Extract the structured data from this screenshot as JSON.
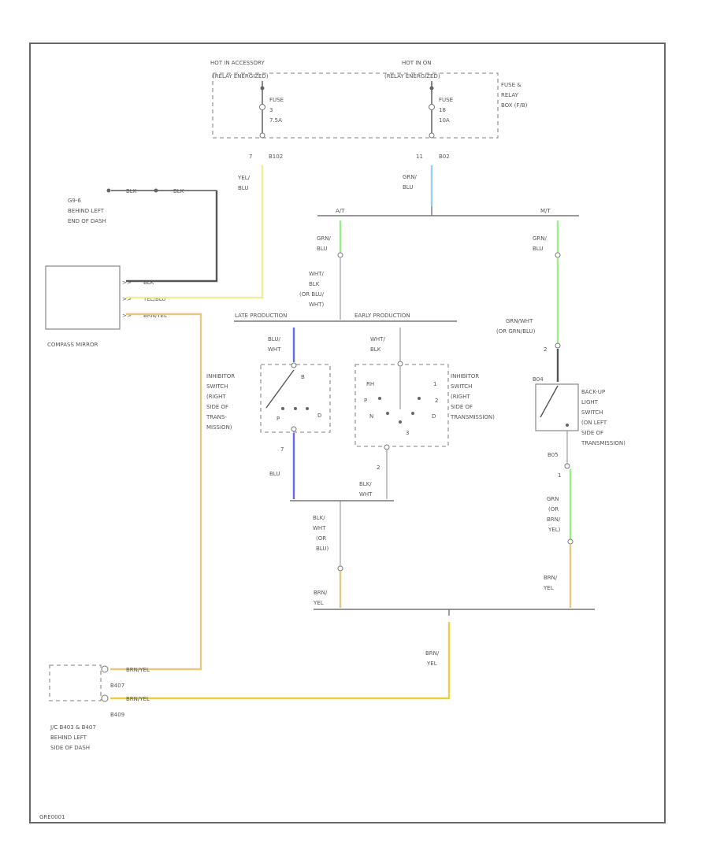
{
  "colors": {
    "yel_blu": "#eeee99",
    "grn_blu": "#99ccee",
    "grn": "#99ee88",
    "blu": "#6666ee",
    "brn_yel": "#e8c880",
    "yel": "#e8d040",
    "blk": "#555555"
  },
  "fuse_box": {
    "hot_acc_label_1": "HOT IN ACCESSORY",
    "hot_acc_label_2": "(RELAY ENERGIZED)",
    "hot_on_label_1": "HOT IN ON",
    "hot_on_label_2": "(RELAY ENERGIZED)",
    "fuse_a_1": "FUSE",
    "fuse_a_2": "3",
    "fuse_a_3": "7.5A",
    "fuse_b_1": "FUSE",
    "fuse_b_2": "18",
    "fuse_b_3": "10A",
    "box_1": "FUSE &",
    "box_2": "RELAY",
    "box_3": "BOX (F/B)",
    "pin_a": "7",
    "conn_a": "B102",
    "pin_b": "11",
    "conn_b": "B02"
  },
  "wires": {
    "yel_blu_1": "YEL/",
    "yel_blu_2": "BLU",
    "grn_blu_1": "GRN/",
    "grn_blu_2": "BLU",
    "mt_grn_1": "GRN/",
    "mt_grn_2": "BLU",
    "at_grn_1": "GRN/",
    "at_grn_2": "BLU",
    "wht_1": "WHT/",
    "wht_2": "BLK",
    "wht_3": "(OR BLU/",
    "wht_4": "WHT)",
    "grn_wht_1": "GRN/WHT",
    "grn_wht_2": "(OR GRN/BLU)",
    "late_blu_1": "BLU/",
    "late_blu_2": "WHT",
    "early_wht_1": "WHT/",
    "early_wht_2": "BLK",
    "blu_out": "BLU",
    "blk_wht_1": "BLK/",
    "blk_wht_2": "WHT",
    "mid_1": "BLK/",
    "mid_2": "WHT",
    "mid_3": "(OR",
    "mid_4": "BLU)",
    "brn_yel_l1": "BRN/",
    "brn_yel_l2": "YEL",
    "brn_yel_r1": "BRN/",
    "brn_yel_r2": "YEL",
    "grn_brn_1": "GRN",
    "grn_brn_2": "(OR",
    "grn_brn_3": "BRN/",
    "grn_brn_4": "YEL)",
    "bot_brn_1": "BRN/",
    "bot_brn_2": "YEL"
  },
  "branches": {
    "mt": "A/T",
    "at": "M/T",
    "late": "LATE PRODUCTION",
    "early": "EARLY PRODUCTION"
  },
  "ground": {
    "label_1": "G9-6",
    "label_2": "BEHIND LEFT",
    "label_3": "END OF DASH",
    "wire_a": "BLK",
    "wire_b": "BLK"
  },
  "mirror": {
    "label": "COMPASS MIRROR",
    "pin_1": "BLK",
    "pin_2": "YEL/BLU",
    "pin_3": "BRN/YEL"
  },
  "switch_late": {
    "l1": "INHIBITOR",
    "l2": "SWITCH",
    "l3": "(RIGHT",
    "l4": "SIDE OF",
    "l5": "TRANS-",
    "l6": "MISSION)",
    "in_pin": "B",
    "d1": "D",
    "p": "P",
    "out_pin": "7"
  },
  "switch_early": {
    "l1": "INHIBITOR",
    "l2": "SWITCH",
    "l3": "(RIGHT",
    "l4": "SIDE OF",
    "l5": "TRANSMISSION)",
    "p1": "RH",
    "p2": "1",
    "p3": "P",
    "p4": "2",
    "p5": "N",
    "p6": "D",
    "p7": "3",
    "out_pin": "2"
  },
  "backup_switch": {
    "l1": "BACK-UP",
    "l2": "LIGHT",
    "l3": "SWITCH",
    "l4": "(ON LEFT",
    "l5": "SIDE OF",
    "l6": "TRANSMISSION)",
    "pin_top": "2",
    "conn_top": "B04",
    "conn_bot": "B05",
    "pin_bot": "1"
  },
  "junction": {
    "pin_a": "B407",
    "pin_b": "B409",
    "wire_a": "BRN/YEL",
    "wire_b": "BRN/YEL",
    "l1": "J/C B403 & B407",
    "l2": "BEHIND LEFT",
    "l3": "SIDE OF DASH"
  },
  "footer": {
    "code": "GRE0001"
  }
}
